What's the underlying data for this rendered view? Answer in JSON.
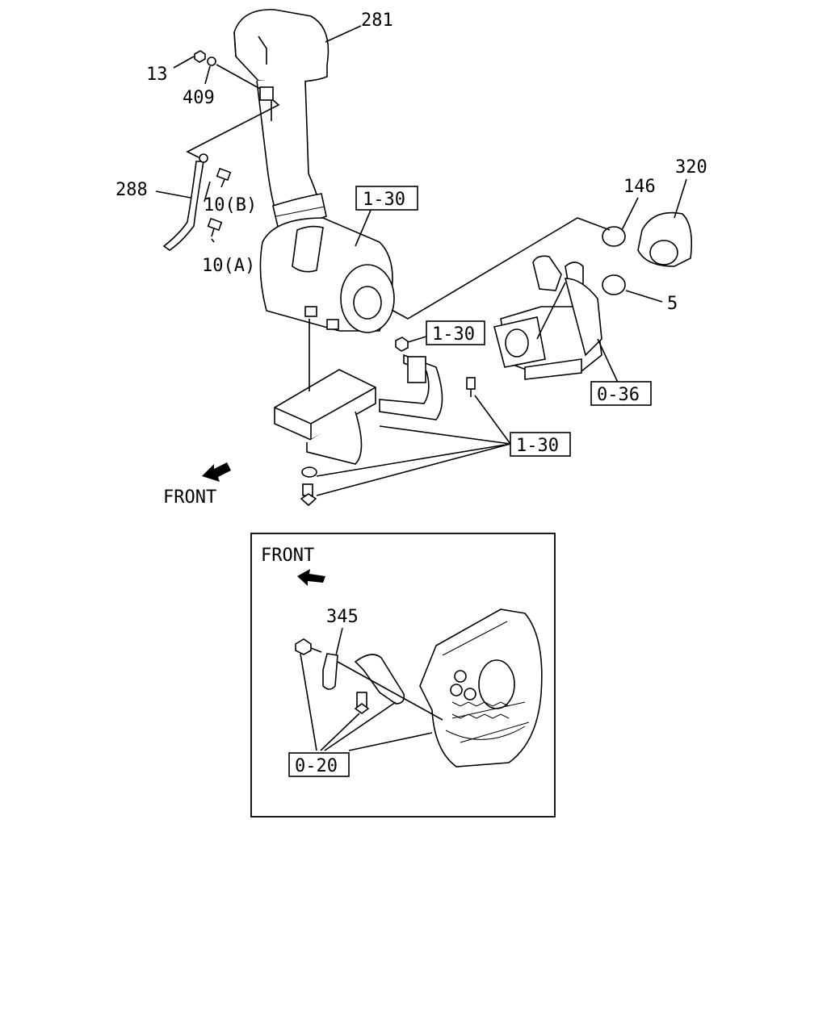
{
  "main": {
    "callouts": {
      "p281": "281",
      "p13": "13",
      "p409": "409",
      "p288": "288",
      "p10b": "10(B)",
      "p10a": "10(A)",
      "ref130_top": "1-30",
      "p146": "146",
      "p320": "320",
      "p5": "5",
      "ref130_mid": "1-30",
      "ref036": "0-36",
      "ref130_bottom": "1-30"
    },
    "front_label": "FRONT"
  },
  "inset": {
    "front_label": "FRONT",
    "callouts": {
      "p345": "345",
      "ref020": "0-20"
    }
  }
}
